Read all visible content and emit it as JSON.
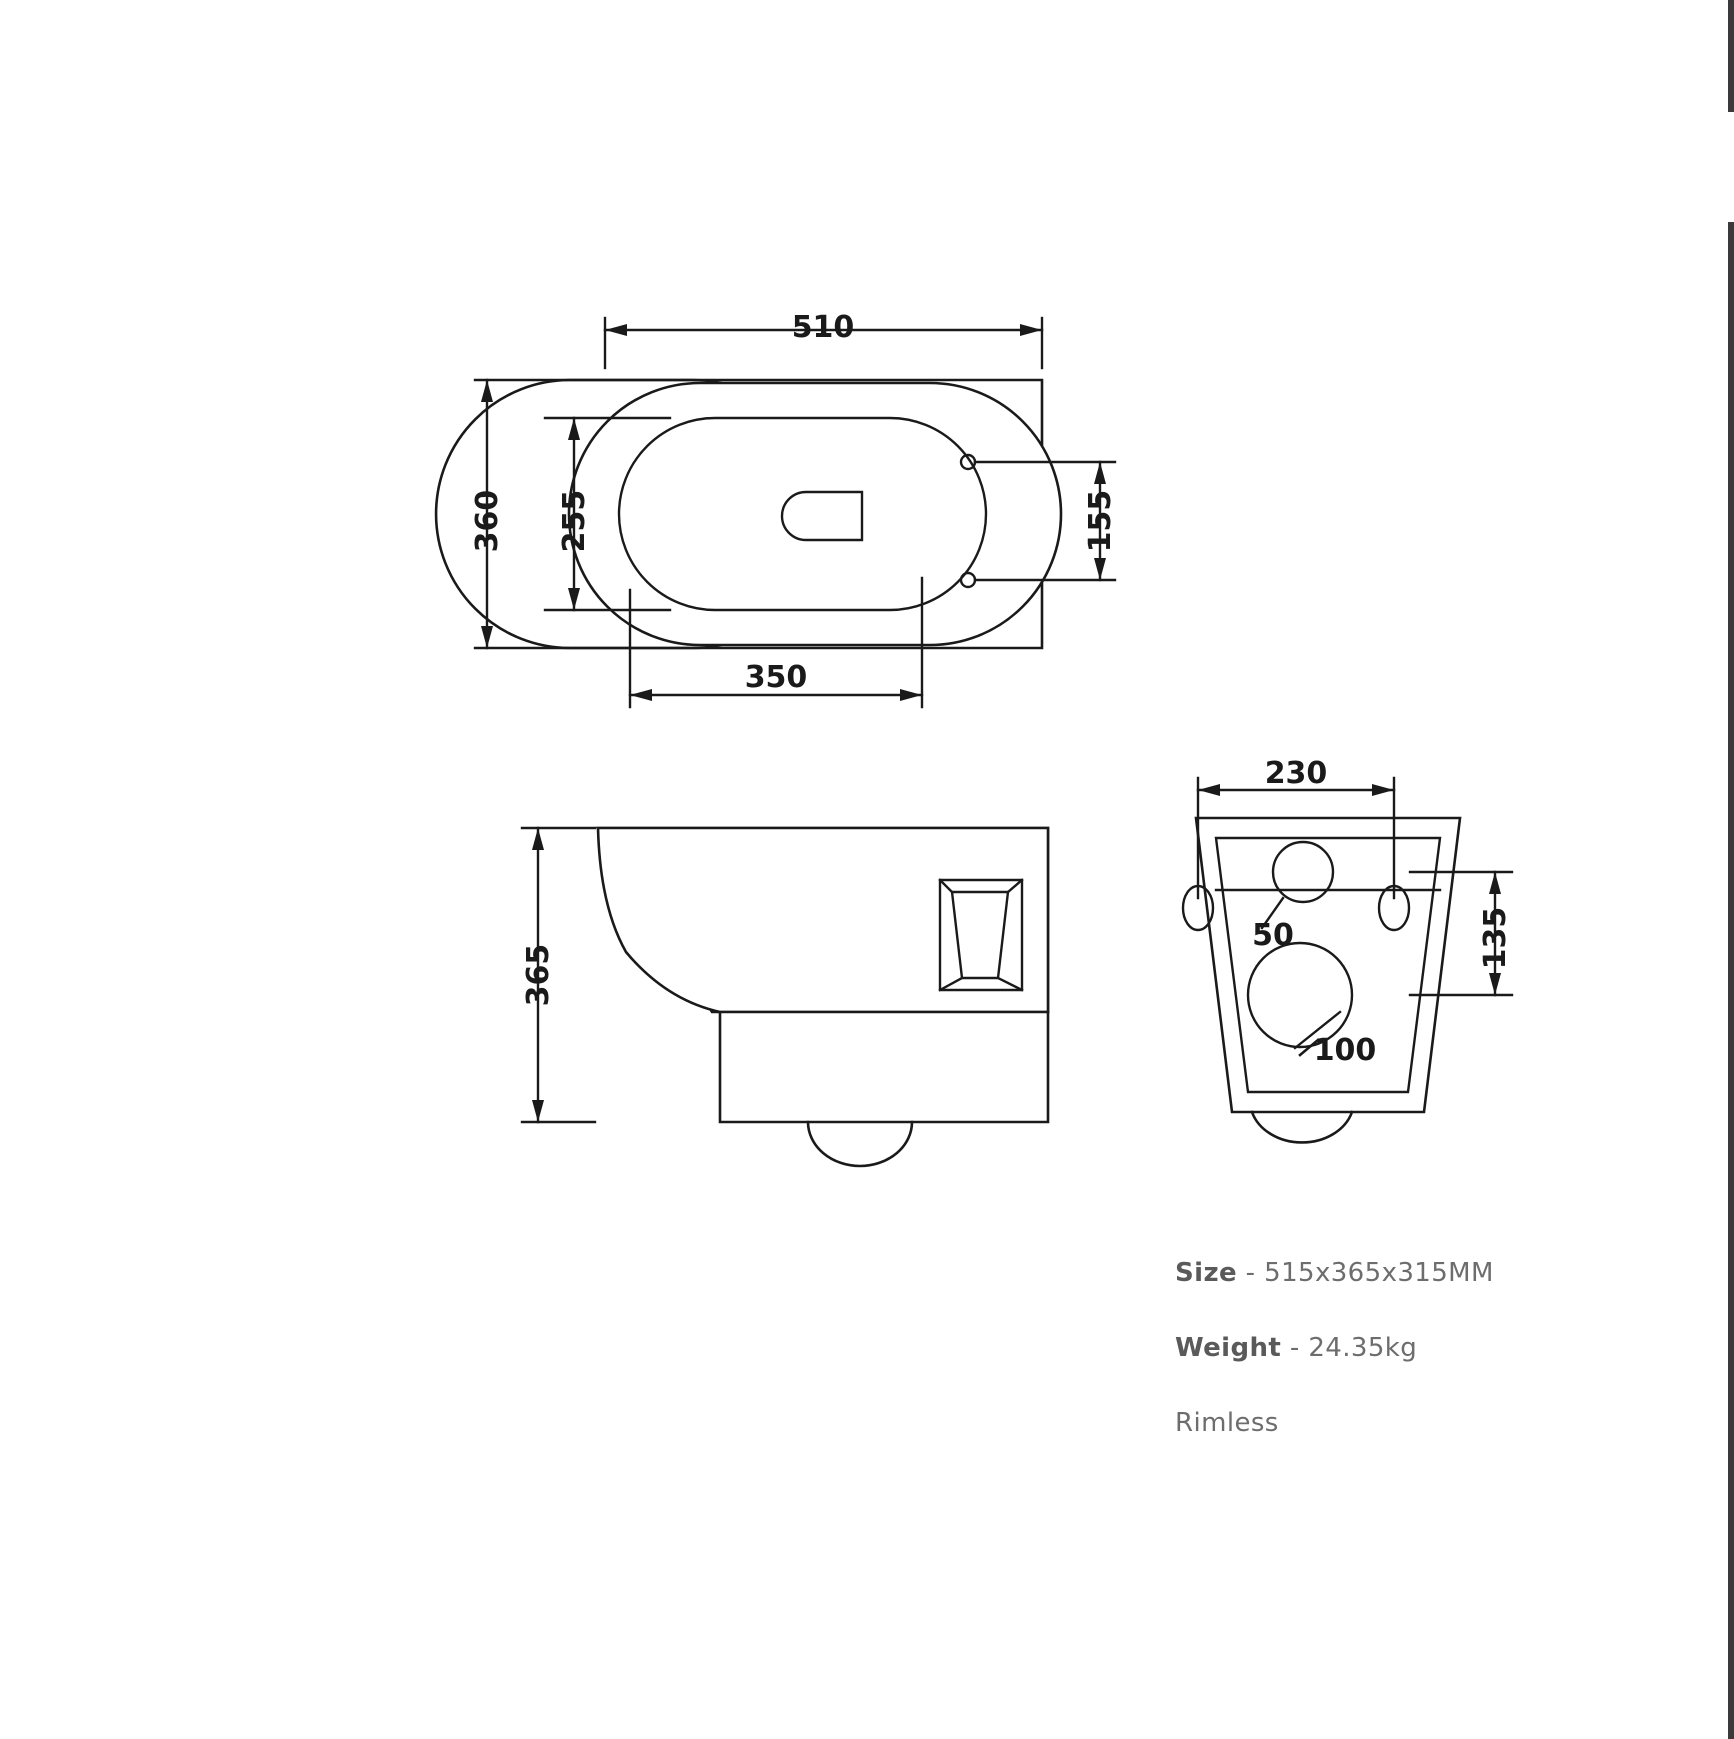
{
  "document": {
    "type": "technical-drawing",
    "subject": "Wall hung rimless toilet pan",
    "views": [
      "top-view",
      "side-view",
      "rear-view"
    ]
  },
  "dimensions": {
    "top_view": {
      "overall_width": "510",
      "overall_depth": "360",
      "bowl_depth": "255",
      "bowl_width": "350",
      "fixing_centres": "155"
    },
    "side_view": {
      "height": "365"
    },
    "rear_view": {
      "fixing_centres_width": "230",
      "fixing_centres_height": "135",
      "small_outlet": "50",
      "waste_outlet": "100"
    }
  },
  "spec": {
    "size_label": "Size",
    "size_value": " - 515x365x315MM",
    "weight_label": "Weight",
    "weight_value": " - 24.35kg",
    "feature": "Rimless"
  },
  "colors": {
    "line": "#1a1a1a",
    "text": "#1a1a1a",
    "spec_text": "#6d6d6d",
    "background": "#ffffff"
  }
}
